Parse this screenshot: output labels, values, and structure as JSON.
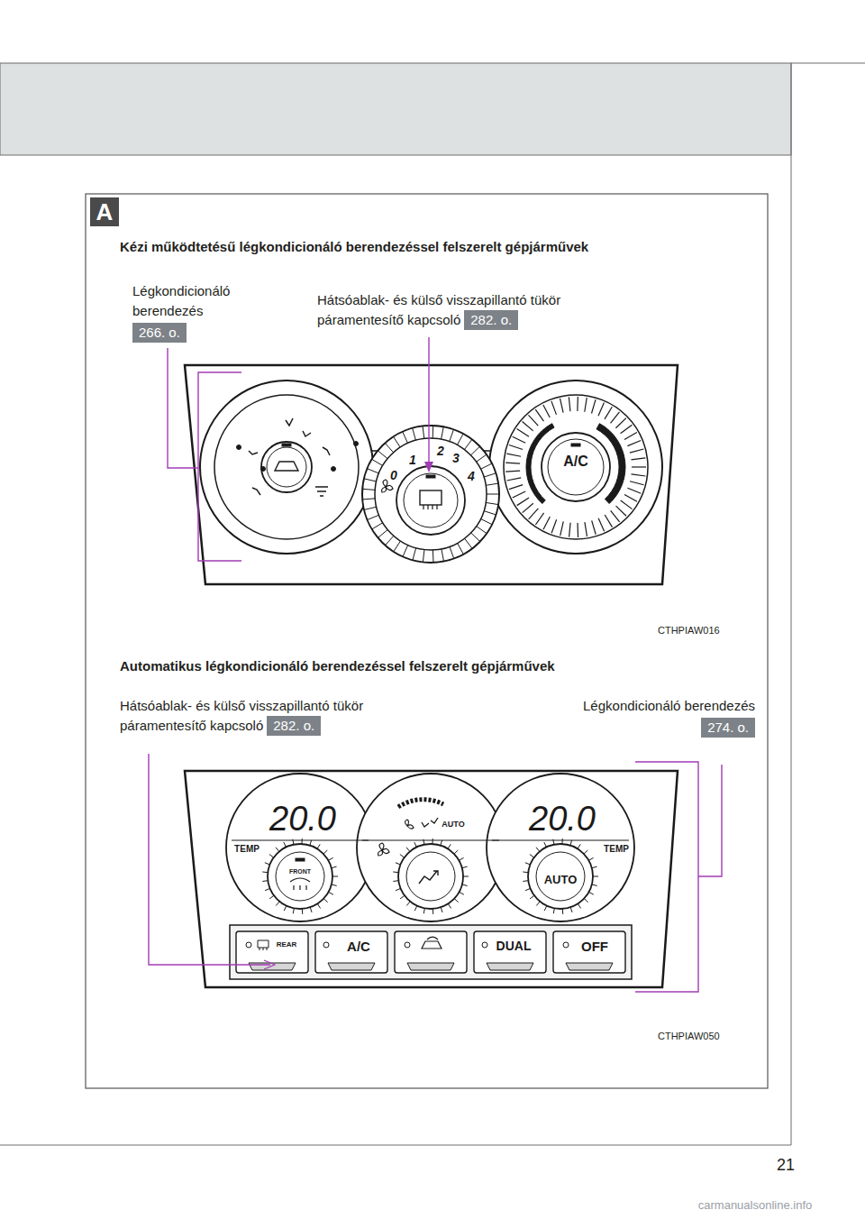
{
  "diagram": {
    "nodes": [
      {
        "text": [
          "A"
        ]
      },
      {
        "text": [
          "Légkondicionáló berendezés",
          "266. o."
        ]
      },
      {
        "text": [
          "Hátsóablak- és külső visszapillantó tükör páramentesítő kapcsoló",
          "282. o."
        ]
      },
      {
        "text": [
          "Hátsóablak- és külső visszapillantó tükör páramentesítő kapcsoló",
          "282. o."
        ]
      },
      {
        "text": [
          "Légkondicionáló berendezés",
          "274. o."
        ]
      }
    ],
    "labels": [
      "Kézi működtetésű légkondicionáló berendezéssel felszerelt gépjárművek",
      "1",
      "2",
      "3",
      "0",
      "4",
      "A/C",
      "CTHPIAW016",
      "Automatikus légkondicionáló berendezéssel felszerelt gépjárművek",
      "20.0",
      "AUTO",
      "20.0",
      "TEMP",
      "FRONT",
      "AUTO",
      "TEMP",
      "REAR",
      "A/C",
      "DUAL",
      "OFF",
      "CTHPIAW050",
      "21",
      "carmanualsonline.info"
    ]
  }
}
